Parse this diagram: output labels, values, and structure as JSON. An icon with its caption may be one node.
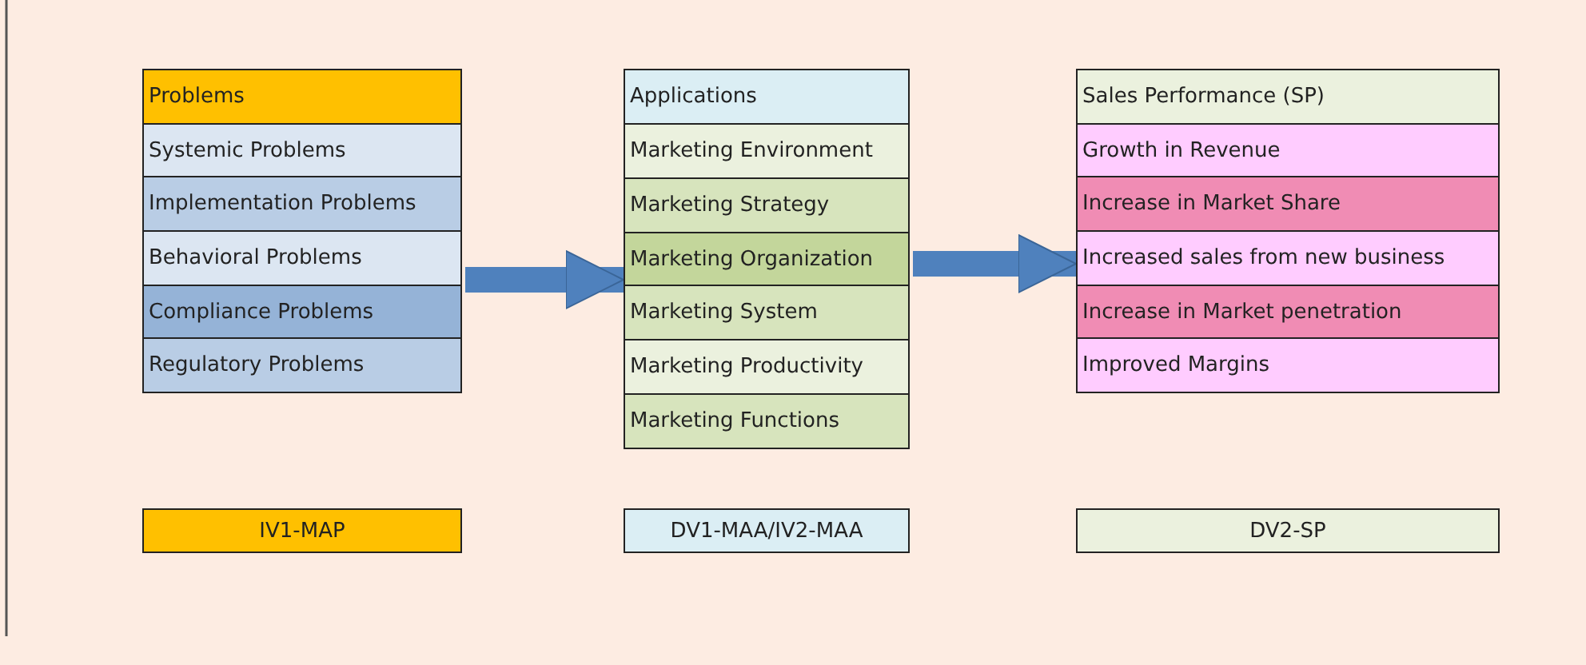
{
  "diagram": {
    "nodes": [
      {
        "text": [],
        "shape": "box"
      },
      {
        "text": [
          "Problems"
        ],
        "in": 0
      },
      {
        "text": [
          "Systemic Problems"
        ],
        "in": 0
      },
      {
        "text": [
          "Implementation Problems"
        ],
        "in": 0
      },
      {
        "text": [
          "Behavioral Problems"
        ],
        "in": 0
      },
      {
        "text": [
          "Compliance Problems"
        ],
        "in": 0
      },
      {
        "text": [
          "Regulatory Problems"
        ],
        "in": 0
      },
      {
        "text": [],
        "shape": "box"
      },
      {
        "text": [
          "Applications"
        ],
        "in": 7
      },
      {
        "text": [
          "Marketing Environment"
        ],
        "in": 7
      },
      {
        "text": [
          "Marketing Strategy"
        ],
        "in": 7
      },
      {
        "text": [
          "Marketing Organization"
        ],
        "in": 7
      },
      {
        "text": [
          "Marketing System"
        ],
        "in": 7
      },
      {
        "text": [
          "Marketing Productivity"
        ],
        "in": 7
      },
      {
        "text": [
          "Marketing Functions"
        ],
        "in": 7
      },
      {
        "text": [],
        "shape": "box"
      },
      {
        "text": [
          "Sales Performance (SP)"
        ],
        "in": 15
      },
      {
        "text": [
          "Growth in Revenue"
        ],
        "in": 15
      },
      {
        "text": [
          "Increase in Market Share"
        ],
        "in": 15
      },
      {
        "text": [
          "Increased sales from new business"
        ],
        "in": 15
      },
      {
        "text": [
          "Increase in Market penetration"
        ],
        "in": 15
      },
      {
        "text": [
          "Improved Margins"
        ],
        "in": 15
      },
      {
        "text": [
          "IV1-MAP"
        ]
      },
      {
        "text": [
          "DV1-MAA/IV2-MAA"
        ]
      },
      {
        "text": [
          "DV2-SP"
        ]
      }
    ],
    "edges": [
      {
        "from": 0,
        "to": 7,
        "arrow": "to"
      },
      {
        "from": 7,
        "to": 15,
        "arrow": "to"
      }
    ]
  }
}
